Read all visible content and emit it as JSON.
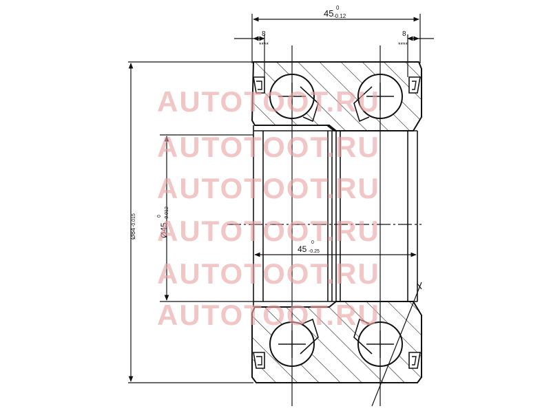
{
  "dimensions": {
    "width_top": {
      "value": "45",
      "tol_upper": "0",
      "tol_lower": "-0.12"
    },
    "seal_left": {
      "value": "8",
      "note": "****"
    },
    "seal_right": {
      "value": "8",
      "note": "****"
    },
    "bore": {
      "value": "Ø45",
      "tol_upper": "0",
      "tol_lower": "-0.012"
    },
    "inner_width": {
      "value": "45",
      "tol_upper": "0",
      "tol_lower": "-0.25"
    },
    "outer_diameter": {
      "value": "Ø84",
      "tol": "-0.015"
    }
  },
  "watermark": {
    "text": "AUTOTOOT.RU",
    "color": "#e8a3a3"
  },
  "colors": {
    "line": "#111111",
    "background": "#ffffff"
  }
}
